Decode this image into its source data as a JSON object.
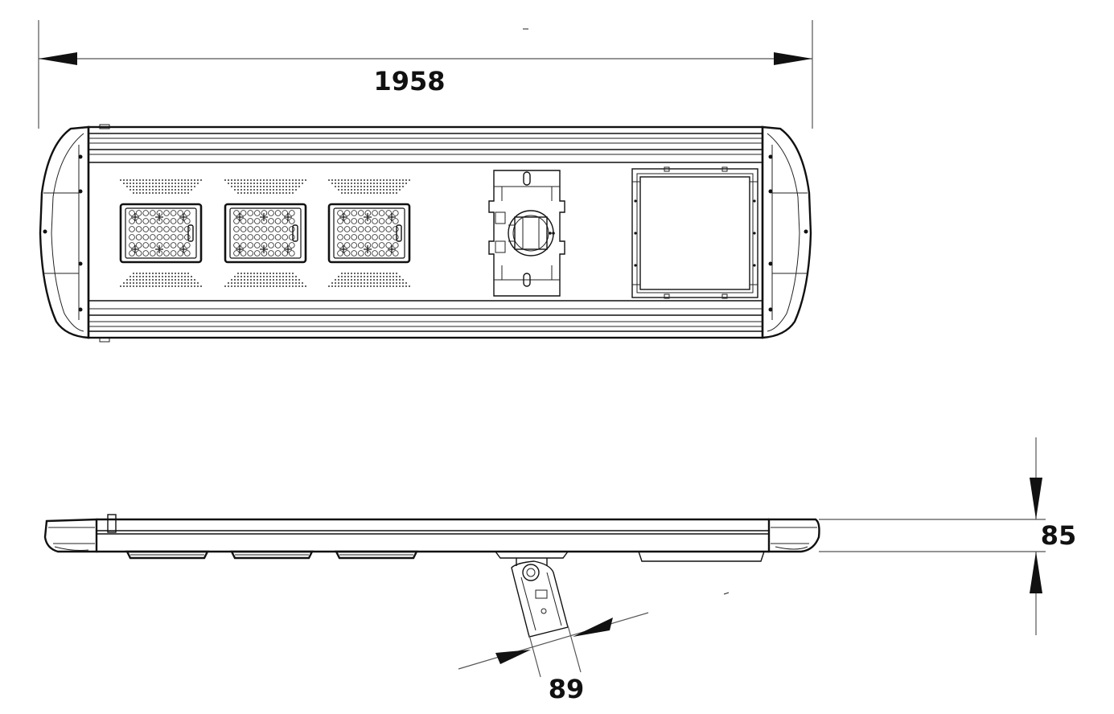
{
  "drawing": {
    "dimensions": {
      "length": "1958",
      "height": "85",
      "arm_width": "89"
    },
    "colors": {
      "line": "#111111",
      "background": "#ffffff"
    }
  }
}
